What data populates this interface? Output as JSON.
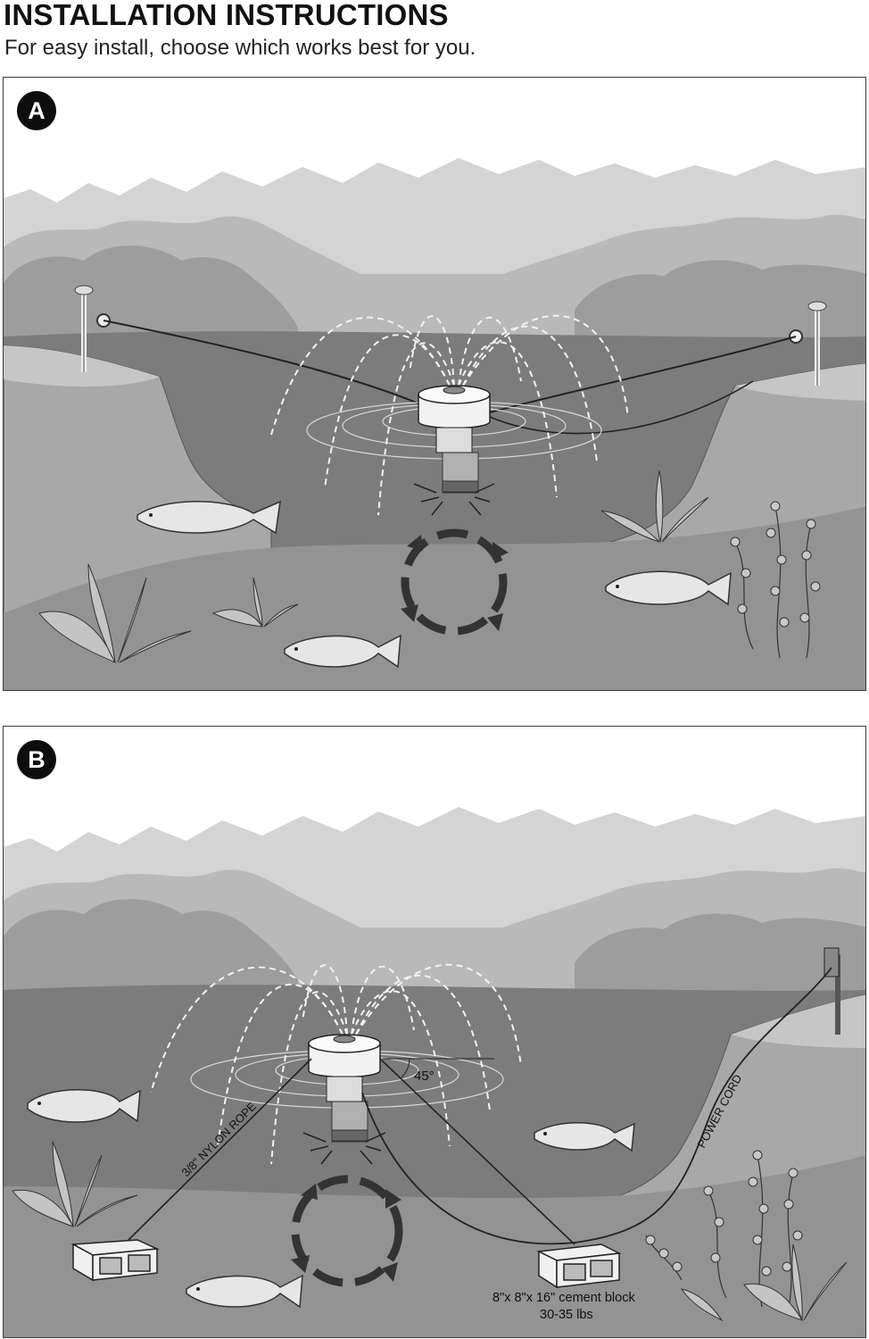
{
  "header": {
    "title": "INSTALLATION INSTRUCTIONS",
    "subtitle": "For easy install, choose which works best for you."
  },
  "panels": {
    "a": {
      "badge": "A"
    },
    "b": {
      "badge": "B",
      "angle_label": "45°",
      "rope_label": "3/8\" NYLON ROPE",
      "cord_label": "POWER CORD",
      "block_label_line1": "8\"x 8\"x 16\" cement block",
      "block_label_line2": "30-35 lbs"
    }
  },
  "colors": {
    "far_trees": "#d3d3d3",
    "mid_trees": "#b5b5b5",
    "near_bushes": "#9c9c9c",
    "water": "#7b7b7b",
    "bank": "#a6a6a6",
    "ground": "#929292",
    "arrows": "#333333"
  }
}
